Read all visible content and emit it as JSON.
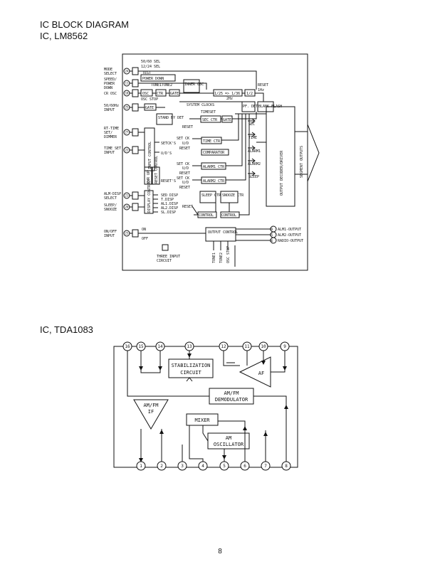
{
  "headings": {
    "title": "IC BLOCK DIAGRAM",
    "ic1": "IC, LM8562",
    "ic2": "IC, TDA1083"
  },
  "page_number": "8",
  "lm8562": {
    "left_labels": [
      {
        "id": "mode",
        "pin": "24",
        "text": [
          "MODE",
          "SELECT"
        ]
      },
      {
        "id": "speed",
        "pin": "11",
        "text": [
          "SPEED/",
          "POWER",
          "DOWN"
        ]
      },
      {
        "id": "crosc",
        "pin": "10",
        "text": [
          "CR OSC"
        ]
      },
      {
        "id": "hz",
        "pin": "25",
        "text": [
          "50/60Hz",
          "INPUT"
        ]
      },
      {
        "id": "rtime",
        "pin": "27",
        "text": [
          "RT-TIME",
          "SET/",
          "DIMMER"
        ]
      },
      {
        "id": "timeset",
        "pin": "22",
        "text": [
          "TIME SET",
          "INPUT"
        ]
      },
      {
        "id": "alm",
        "pin": "21",
        "text": [
          "ALM-DISP",
          "SELECT"
        ]
      },
      {
        "id": "sleep",
        "pin": "20",
        "text": [
          "SLEEP/",
          "SNOOZE"
        ]
      },
      {
        "id": "onoff",
        "pin": "23",
        "text": [
          "ON/OFF",
          "INPUT"
        ]
      }
    ],
    "blocks": {
      "sel": "50/60 SEL",
      "sel12": "12/24 SEL",
      "test": "TEST",
      "power_down": "POWER DOWN",
      "tone1": "TONE1",
      "tone2": "TONE2",
      "osc": "OSC",
      "ctr": "CTR",
      "gate": "GATE",
      "inner_osc": "INNER OSC",
      "div25": "1/25 => 1/36",
      "div2": "1/2",
      "reset": "RESET",
      "hz1": "1Hz",
      "hz2": "2Hz",
      "osc_stop": "OSC STOP",
      "blank_flash": "BLANK FLASH",
      "pf_det": "PF. DET",
      "system_clocks": "SYSTEM CLOCKS",
      "stand_by_det": "STAND BY DET",
      "timeset": "TIMESET",
      "sec_ctr": "SEC CTR",
      "set_ck": "SET CK",
      "ud": "U/D",
      "time_ctr": "TIME CTR",
      "comparator": "COMPARATOR",
      "alarm1_ctr": "ALARM1 CTR",
      "alarm2_ctr": "ALARM2 CTR",
      "sleep_ctr": "SLEEP CTR",
      "snooze_ctr": "SNOOZE CTR",
      "control": "CONTROL",
      "output_control": "OUTPUT CONTROL",
      "setcks": "SETCK'S",
      "uds": "U/D'S",
      "resets": "RESET'S",
      "pwr_up": "PWR UP",
      "reset_control": "RESET CONTROL",
      "input_control": "INPUT CONTROL",
      "display_control": "DISPLAY CONTROL",
      "sed_disp": "SED DISP",
      "t_disp": "T.DISP",
      "al1_disp": "AL1.DISP",
      "al2_disp": "AL2.DISP",
      "sl_disp": "SL.DISP",
      "sec": "SEC",
      "time": "TIME",
      "alarm1": "ALARM1",
      "alarm2": "ALARM2",
      "sleep": "SLEEP",
      "decoder": "OUTPUT DECODER/DRIVER",
      "segment": "SEGMENT OUTPUTS",
      "on": "ON",
      "off": "OFF",
      "three_input": [
        "THREE INPUT",
        "CIRCUIT"
      ],
      "bottom_labels": [
        "TONE1",
        "TONE2",
        "OSC STOP"
      ]
    },
    "right_outputs": [
      {
        "pin": "19",
        "text": "ALM1-OUTPUT"
      },
      {
        "pin": "15",
        "text": "ALM2-OUTPUT"
      },
      {
        "pin": "16",
        "text": "RADIO-OUTPUT"
      }
    ]
  },
  "tda1083": {
    "top_pins": [
      "16",
      "15",
      "14",
      "13",
      "12",
      "11",
      "10",
      "9"
    ],
    "bottom_pins": [
      "1",
      "2",
      "3",
      "4",
      "5",
      "6",
      "7",
      "8"
    ],
    "blocks": {
      "stab": [
        "STABILIZATION",
        "CIRCUIT"
      ],
      "af": "AF",
      "amfm_if": [
        "AM/FM",
        "IF"
      ],
      "demod": [
        "AM/FM",
        "DEMODULATOR"
      ],
      "mixer": "MIXER",
      "am_osc": [
        "AM",
        "OSCILLATOR"
      ]
    }
  }
}
